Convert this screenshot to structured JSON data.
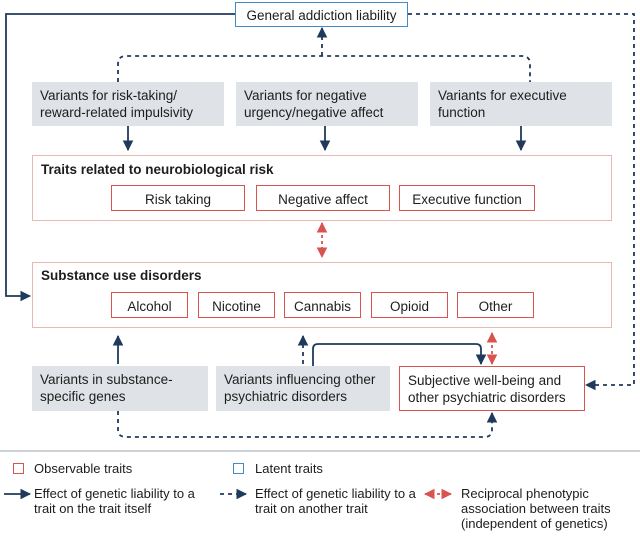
{
  "latent": {
    "general": "General  addiction liability"
  },
  "variants_top": {
    "risk": "Variants for risk-taking/ reward-related impulsivity",
    "negative": "Variants for negative urgency/negative affect",
    "executive": "Variants for executive function"
  },
  "traits_panel": {
    "title": "Traits related to neurobiological risk",
    "items": [
      "Risk taking",
      "Negative affect",
      "Executive function"
    ]
  },
  "sud_panel": {
    "title": "Substance use disorders",
    "items": [
      "Alcohol",
      "Nicotine",
      "Cannabis",
      "Opioid",
      "Other"
    ]
  },
  "variants_bottom": {
    "substance": "Variants in substance-specific genes",
    "psychiatric": "Variants influencing other psychiatric disorders"
  },
  "wellbeing": "Subjective well-being and other psychiatric disorders",
  "legend": {
    "observable": "Observable traits",
    "latent": "Latent traits",
    "solid": "Effect of genetic liability to a trait on the trait itself",
    "dashed": "Effect of genetic liability to a trait on another trait",
    "reciprocal": "Reciprocal phenotypic association between traits (independent of genetics)"
  },
  "colors": {
    "navy": "#1f3a5c",
    "red": "#d9534f",
    "blue": "#3f8cc9",
    "grey": "#dfe3e7"
  }
}
